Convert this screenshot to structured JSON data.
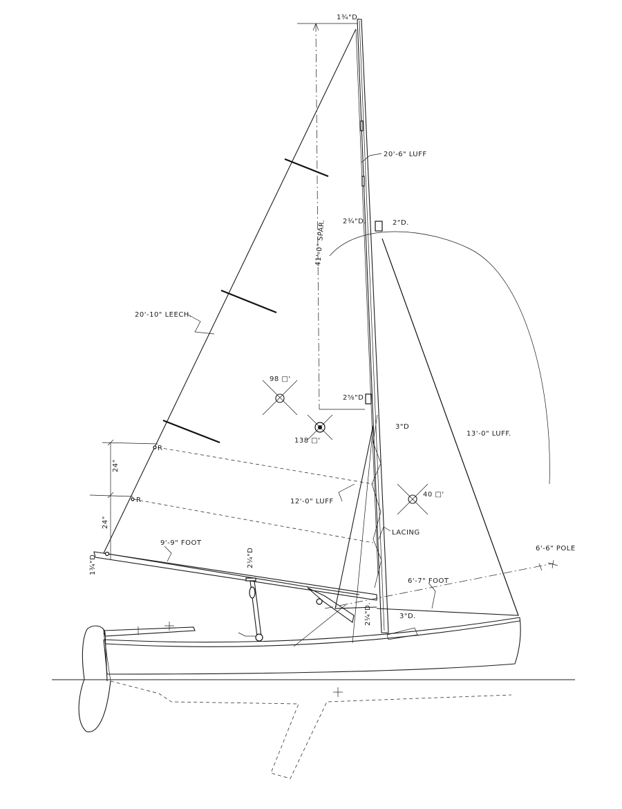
{
  "drawing": {
    "labels": {
      "mast_top": "1¾\"D.",
      "luff_main": "20'-6\" LUFF",
      "mast_2_3_4": "2¾\"D.",
      "mast_2": "2\"D.",
      "spar": "41'-0\" SPAR.",
      "leech": "20'-10\" LEECH.",
      "area_98": "98 □'",
      "mast_2_5_8": "2⅝\"D",
      "mast_3": "3\"D",
      "area_138": "138 □'",
      "jib_luff": "13'-0\" LUFF.",
      "reef_24_upper": "24\"",
      "reef_24_lower": "24\"",
      "reef_r1": "R",
      "reef_r2": "R",
      "luff_12": "12'-0\" LUFF",
      "area_40": "40 □'",
      "lacing": "LACING",
      "boom_dia": "1¾\"D.",
      "foot_main": "9'-9\" FOOT",
      "boom_2_1_4": "2¼\"D",
      "pole": "6'-6\" POLE",
      "foot_jib": "6'-7\" FOOT",
      "mast_2_1_4": "2¼\"D.",
      "mast_3_lower": "3\"D."
    }
  }
}
